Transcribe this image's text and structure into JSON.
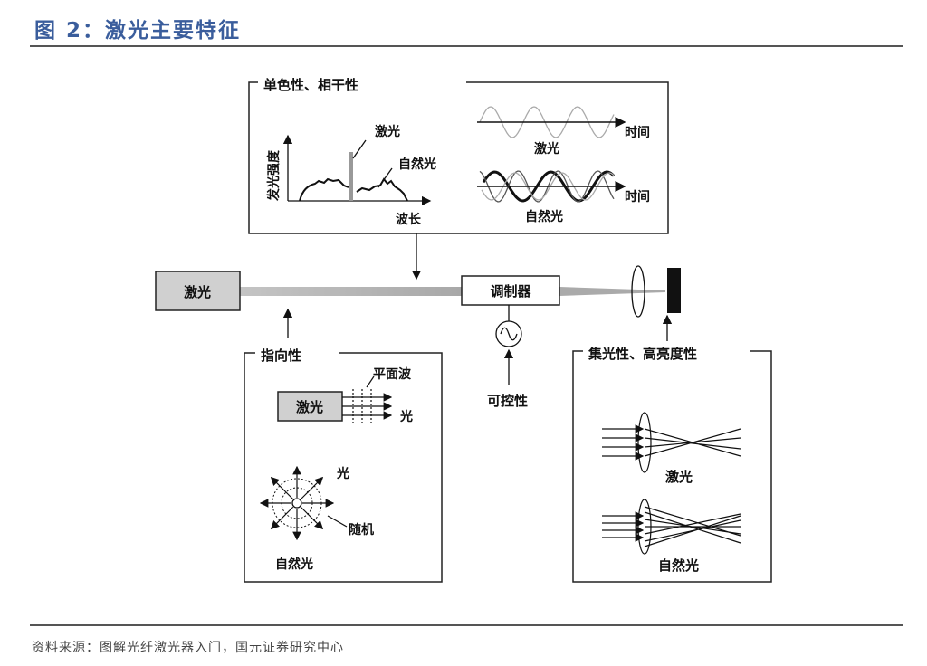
{
  "header": {
    "title": "图 2：激光主要特征"
  },
  "diagram": {
    "top_panel": {
      "title": "单色性、相干性",
      "y_axis_label": "发光强度",
      "x_axis_label": "波长",
      "laser_label": "激光",
      "natural_label": "自然光",
      "wave_laser_label": "激光",
      "wave_natural_label": "自然光",
      "time_label_1": "时间",
      "time_label_2": "时间"
    },
    "beam": {
      "laser_box": "激光",
      "modulator": "调制器",
      "controllability": "可控性"
    },
    "directivity_panel": {
      "title": "指向性",
      "laser_box": "激光",
      "plane_wave": "平面波",
      "light_1": "光",
      "light_2": "光",
      "random": "随机",
      "natural_label": "自然光"
    },
    "focus_panel": {
      "title": "集光性、高亮度性",
      "laser_label": "激光",
      "natural_label": "自然光"
    }
  },
  "footer": {
    "source": "资料来源：图解光纤激光器入门，国元证券研究中心"
  },
  "colors": {
    "title": "#3a5d9c",
    "beam": "#b8b8b8",
    "box_fill": "#d0d0d0"
  }
}
